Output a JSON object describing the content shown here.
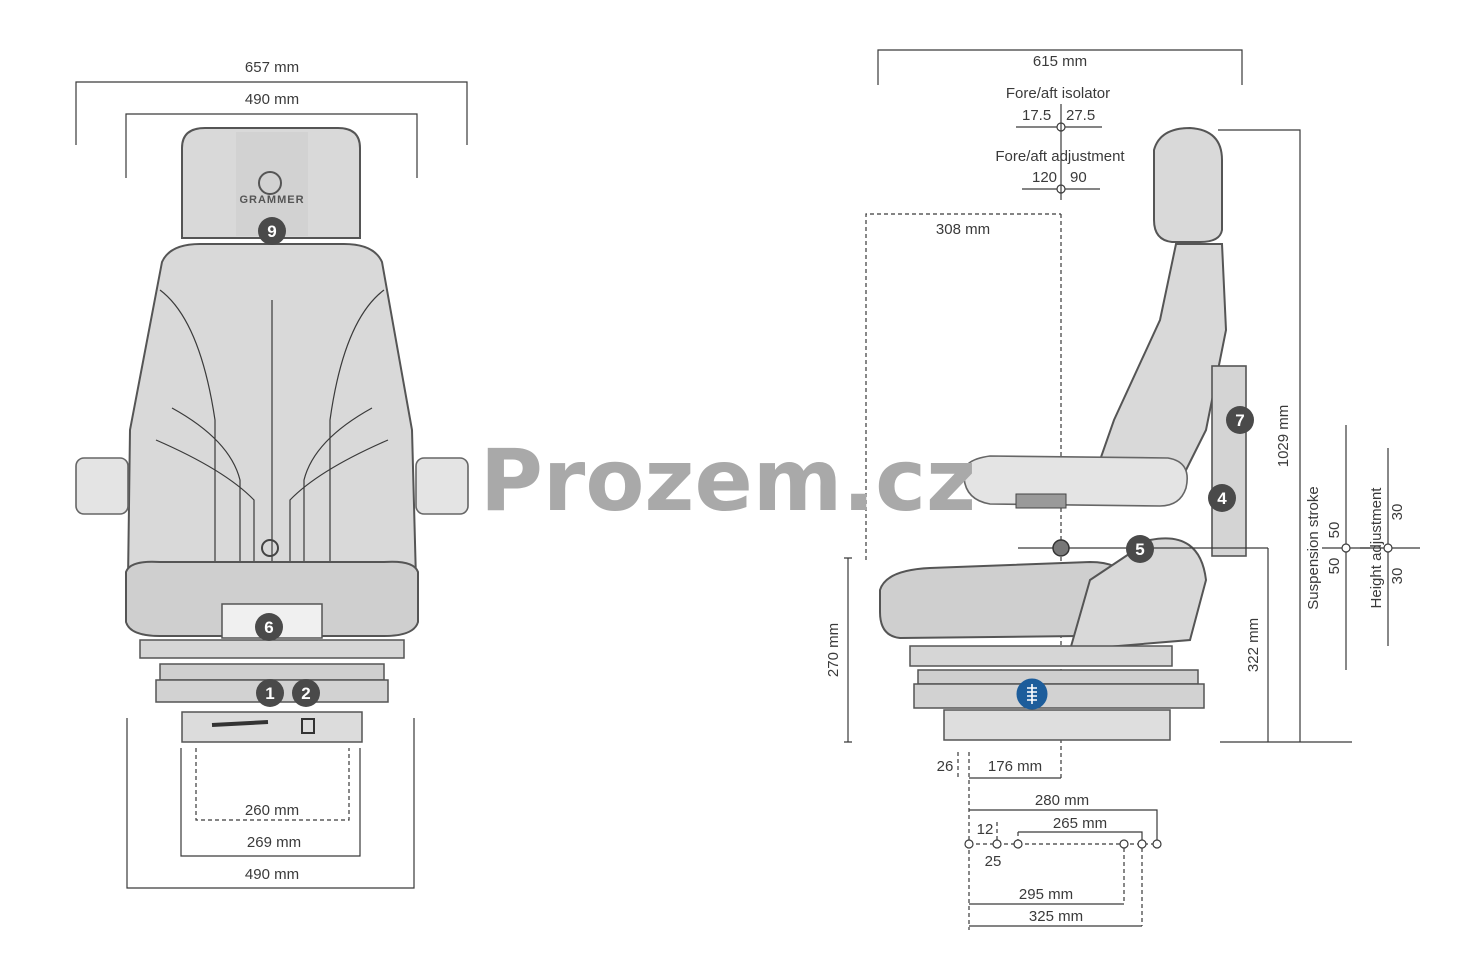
{
  "watermark": "Prozem.cz",
  "brand": "GRAMMER",
  "front_view": {
    "width_overall": "657 mm",
    "width_backrest": "490 mm",
    "base_inner": "260 mm",
    "base_mid": "269 mm",
    "base_outer": "490 mm",
    "badges": [
      "9",
      "6",
      "1",
      "2"
    ]
  },
  "side_view": {
    "depth_overall": "615 mm",
    "fore_aft_isolator": {
      "label": "Fore/aft isolator",
      "left": "17.5",
      "right": "27.5"
    },
    "fore_aft_adjustment": {
      "label": "Fore/aft adjustment",
      "left": "120",
      "right": "90"
    },
    "depth_308": "308 mm",
    "height_overall": "1029 mm",
    "suspension_stroke": {
      "label": "Suspension stroke",
      "up": "50",
      "down": "50"
    },
    "height_adjustment": {
      "label": "Height adjustment",
      "up": "30",
      "down": "30"
    },
    "height_270": "270 mm",
    "height_322": "322 mm",
    "offset_26": "26",
    "offset_176": "176 mm",
    "mount_280": "280 mm",
    "mount_265": "265 mm",
    "mount_12": "12",
    "mount_25": "25",
    "mount_295": "295 mm",
    "mount_325": "325 mm",
    "badges": [
      "7",
      "4",
      "5"
    ]
  }
}
